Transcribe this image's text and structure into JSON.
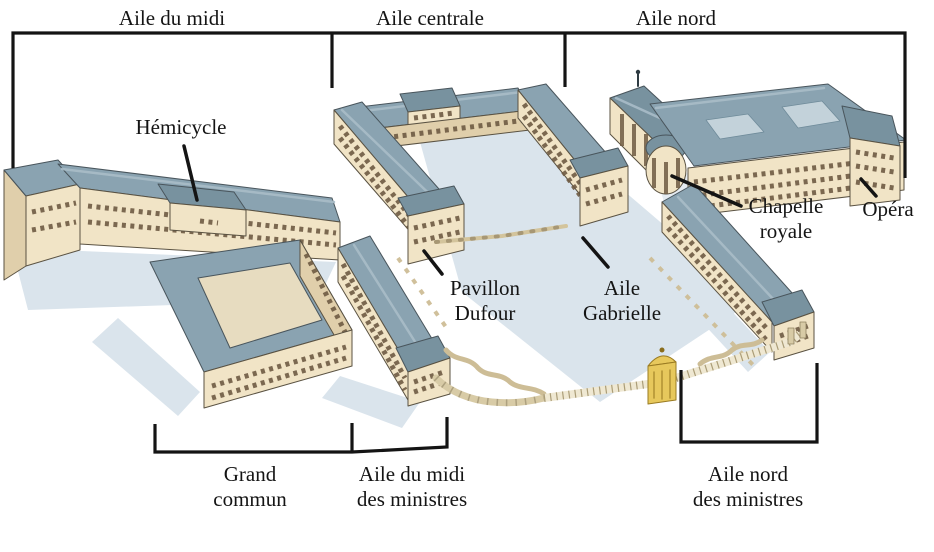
{
  "colors": {
    "background": "#ffffff",
    "annotation_line": "#141414",
    "label_text": "#141414",
    "roof_slate": "#8aa3b1",
    "roof_slate_dark": "#78929f",
    "wall_cream": "#f1e4c6",
    "wall_shade": "#e0cfab",
    "window_brown": "#6e5a42",
    "ground_shadow": "#dae4ec",
    "gate_gold": "#e7c85c"
  },
  "top_labels": [
    {
      "id": "aile-du-midi",
      "text": "Aile du midi"
    },
    {
      "id": "aile-centrale",
      "text": "Aile centrale"
    },
    {
      "id": "aile-nord",
      "text": "Aile nord"
    }
  ],
  "callouts": [
    {
      "id": "hemicycle",
      "text": "Hémicycle"
    },
    {
      "id": "chapelle-royale",
      "text": "Chapelle\nroyale"
    },
    {
      "id": "opera",
      "text": "Opéra"
    },
    {
      "id": "pavillon-dufour",
      "text": "Pavillon\nDufour"
    },
    {
      "id": "aile-gabrielle",
      "text": "Aile\nGabrielle"
    }
  ],
  "bottom_labels": [
    {
      "id": "grand-commun",
      "text": "Grand\ncommun"
    },
    {
      "id": "aile-du-midi-des-ministres",
      "text": "Aile du midi\ndes ministres"
    },
    {
      "id": "aile-nord-des-ministres",
      "text": "Aile nord\ndes ministres"
    }
  ]
}
